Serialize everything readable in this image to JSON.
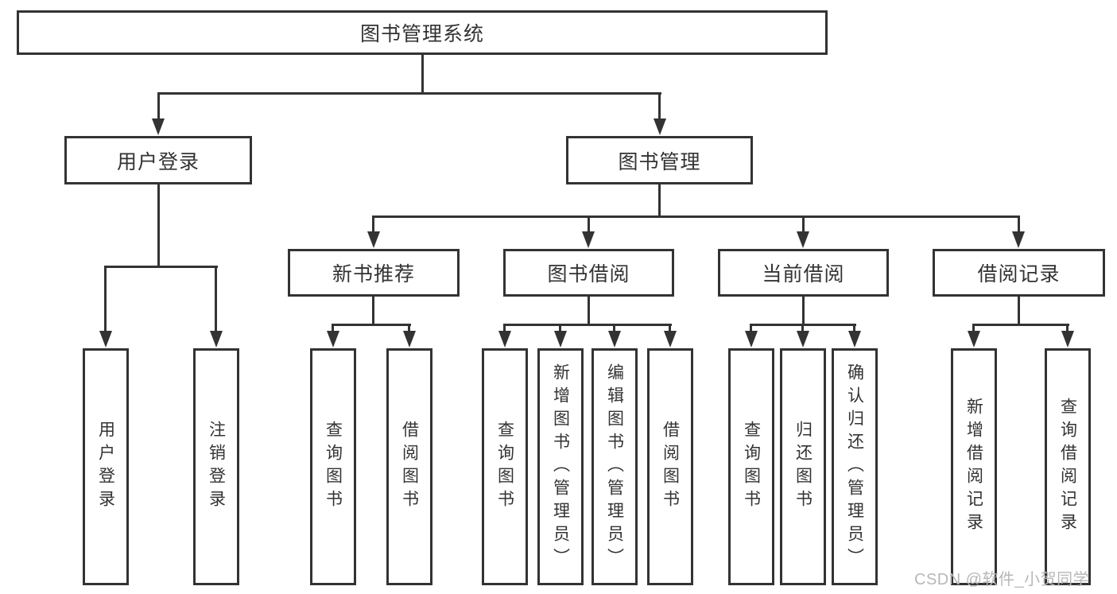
{
  "tree": {
    "label": "图书管理系统",
    "children": [
      {
        "label": "用户登录",
        "children": [
          {
            "label": "用户登录"
          },
          {
            "label": "注销登录"
          }
        ]
      },
      {
        "label": "图书管理",
        "children": [
          {
            "label": "新书推荐",
            "children": [
              {
                "label": "查询图书"
              },
              {
                "label": "借阅图书"
              }
            ]
          },
          {
            "label": "图书借阅",
            "children": [
              {
                "label": "查询图书"
              },
              {
                "label": "新增图书（管理员）"
              },
              {
                "label": "编辑图书（管理员）"
              },
              {
                "label": "借阅图书"
              }
            ]
          },
          {
            "label": "当前借阅",
            "children": [
              {
                "label": "查询图书"
              },
              {
                "label": "归还图书"
              },
              {
                "label": "确认归还（管理员）"
              }
            ]
          },
          {
            "label": "借阅记录",
            "children": [
              {
                "label": "新增借阅记录"
              },
              {
                "label": "查询借阅记录"
              }
            ]
          }
        ]
      }
    ]
  },
  "watermark": {
    "text": "CSDN @软件_小贺同学"
  },
  "colors": {
    "line": "#333333",
    "box_border": "#333333",
    "text": "#333333",
    "background": "#ffffff",
    "watermark": "#b7b7b7"
  }
}
